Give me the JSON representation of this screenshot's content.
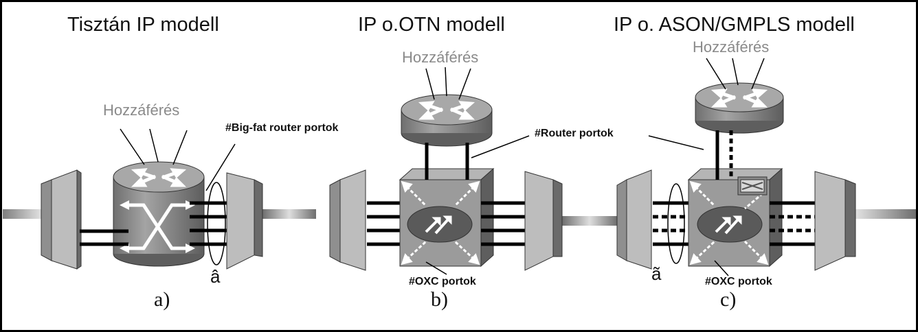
{
  "panels": [
    {
      "title": "Tisztán IP modell",
      "caption": "a)",
      "access_label": "Hozzáférés",
      "port_label": "#Big-fat router portok",
      "mark": "â"
    },
    {
      "title": "IP o.OTN modell",
      "caption": "b)",
      "access_label": "Hozzáférés",
      "router_port_label": "#Router portok",
      "oxc_port_label": "#OXC portok"
    },
    {
      "title": "IP o. ASON/GMPLS modell",
      "caption": "c)",
      "access_label": "Hozzáférés",
      "oxc_port_label": "#OXC portok",
      "mark": "ã"
    }
  ]
}
